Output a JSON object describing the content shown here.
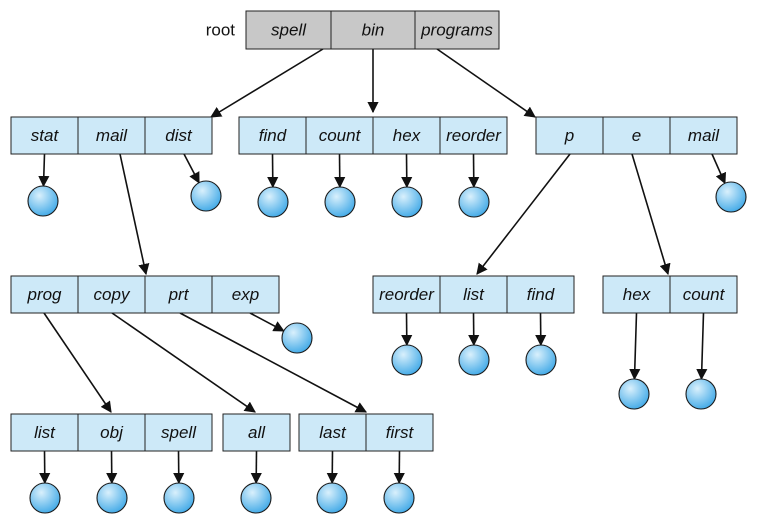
{
  "diagram": {
    "root_label": "root",
    "colors": {
      "root_fill": "#c8c8c8",
      "dir_fill": "#cde9f8",
      "file_gradient_light": "#d9f0fc",
      "file_gradient_dark": "#3aa6e6"
    },
    "directories": [
      {
        "id": "root",
        "entries": [
          "spell",
          "bin",
          "programs"
        ]
      },
      {
        "id": "d1",
        "entries": [
          "stat",
          "mail",
          "dist"
        ]
      },
      {
        "id": "d2",
        "entries": [
          "find",
          "count",
          "hex",
          "reorder"
        ]
      },
      {
        "id": "d3",
        "entries": [
          "p",
          "e",
          "mail"
        ]
      },
      {
        "id": "d4",
        "entries": [
          "prog",
          "copy",
          "prt",
          "exp"
        ]
      },
      {
        "id": "d5",
        "entries": [
          "reorder",
          "list",
          "find"
        ]
      },
      {
        "id": "d6",
        "entries": [
          "hex",
          "count"
        ]
      },
      {
        "id": "d7",
        "entries": [
          "list",
          "obj",
          "spell"
        ]
      },
      {
        "id": "d8",
        "entries": [
          "all"
        ]
      },
      {
        "id": "d9",
        "entries": [
          "last",
          "first"
        ]
      }
    ],
    "links": [
      {
        "from": "root.0",
        "to": "d1"
      },
      {
        "from": "root.1",
        "to": "d2"
      },
      {
        "from": "root.2",
        "to": "d3"
      },
      {
        "from": "d1.0",
        "to": "file"
      },
      {
        "from": "d1.1",
        "to": "d4"
      },
      {
        "from": "d1.2",
        "to": "file"
      },
      {
        "from": "d2.0",
        "to": "file"
      },
      {
        "from": "d2.1",
        "to": "file"
      },
      {
        "from": "d2.2",
        "to": "file"
      },
      {
        "from": "d2.3",
        "to": "file"
      },
      {
        "from": "d3.0",
        "to": "d5"
      },
      {
        "from": "d3.1",
        "to": "d6"
      },
      {
        "from": "d3.2",
        "to": "file"
      },
      {
        "from": "d4.0",
        "to": "d7"
      },
      {
        "from": "d4.1",
        "to": "d8"
      },
      {
        "from": "d4.2",
        "to": "d9"
      },
      {
        "from": "d4.3",
        "to": "file"
      },
      {
        "from": "d5.0",
        "to": "file"
      },
      {
        "from": "d5.1",
        "to": "file"
      },
      {
        "from": "d5.2",
        "to": "file"
      },
      {
        "from": "d6.0",
        "to": "file"
      },
      {
        "from": "d6.1",
        "to": "file"
      },
      {
        "from": "d7.0",
        "to": "file"
      },
      {
        "from": "d7.1",
        "to": "file"
      },
      {
        "from": "d7.2",
        "to": "file"
      },
      {
        "from": "d8.0",
        "to": "file"
      },
      {
        "from": "d9.0",
        "to": "file"
      },
      {
        "from": "d9.1",
        "to": "file"
      }
    ]
  }
}
